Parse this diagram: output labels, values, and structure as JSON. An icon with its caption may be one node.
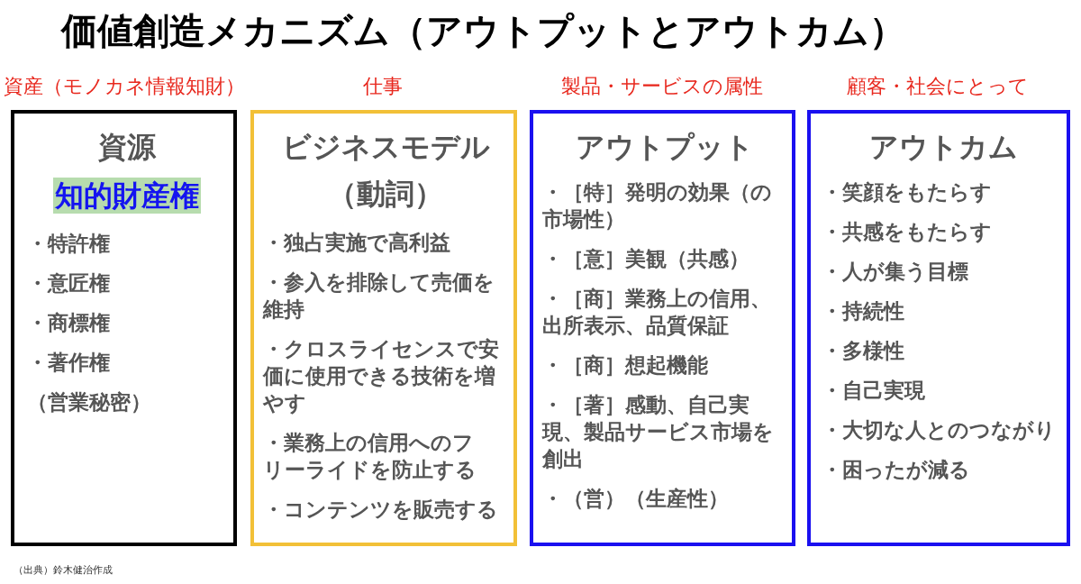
{
  "diagram": {
    "title": "価値創造メカニズム（アウトプットとアウトカム）",
    "caption": "（出典）鈴木健治作成",
    "nodes": [
      {
        "text": [
          "資源",
          "知的財産権",
          "・特許権",
          "・意匠権",
          "・商標権",
          "・著作権",
          "（営業秘密）"
        ],
        "beside": [
          "資産（モノカネ情報知財）"
        ]
      },
      {
        "text": [
          "ビジネスモデル",
          "（動詞）",
          "・独占実施で高利益",
          "・参入を排除して売価を維持",
          "・クロスライセンスで安価に使用できる技術を増やす",
          "・業務上の信用へのフリーライドを防止する",
          "・コンテンツを販売する"
        ],
        "beside": [
          "仕事"
        ]
      },
      {
        "text": [
          "アウトプット",
          "・［特］発明の効果（の市場性）",
          "・［意］美観（共感）",
          "・［商］業務上の信用、出所表示、品質保証",
          "・［商］想起機能",
          "・［著］感動、自己実現、製品サービス市場を創出",
          "・（営）（生産性）"
        ],
        "beside": [
          "製品・サービスの属性"
        ]
      },
      {
        "text": [
          "アウトカム",
          "・笑顔をもたらす",
          "・共感をもたらす",
          "・人が集う目標",
          "・持続性",
          "・多様性",
          "・自己実現",
          "・大切な人とのつながり",
          "・困ったが減る"
        ],
        "beside": [
          "顧客・社会にとって"
        ]
      }
    ]
  }
}
